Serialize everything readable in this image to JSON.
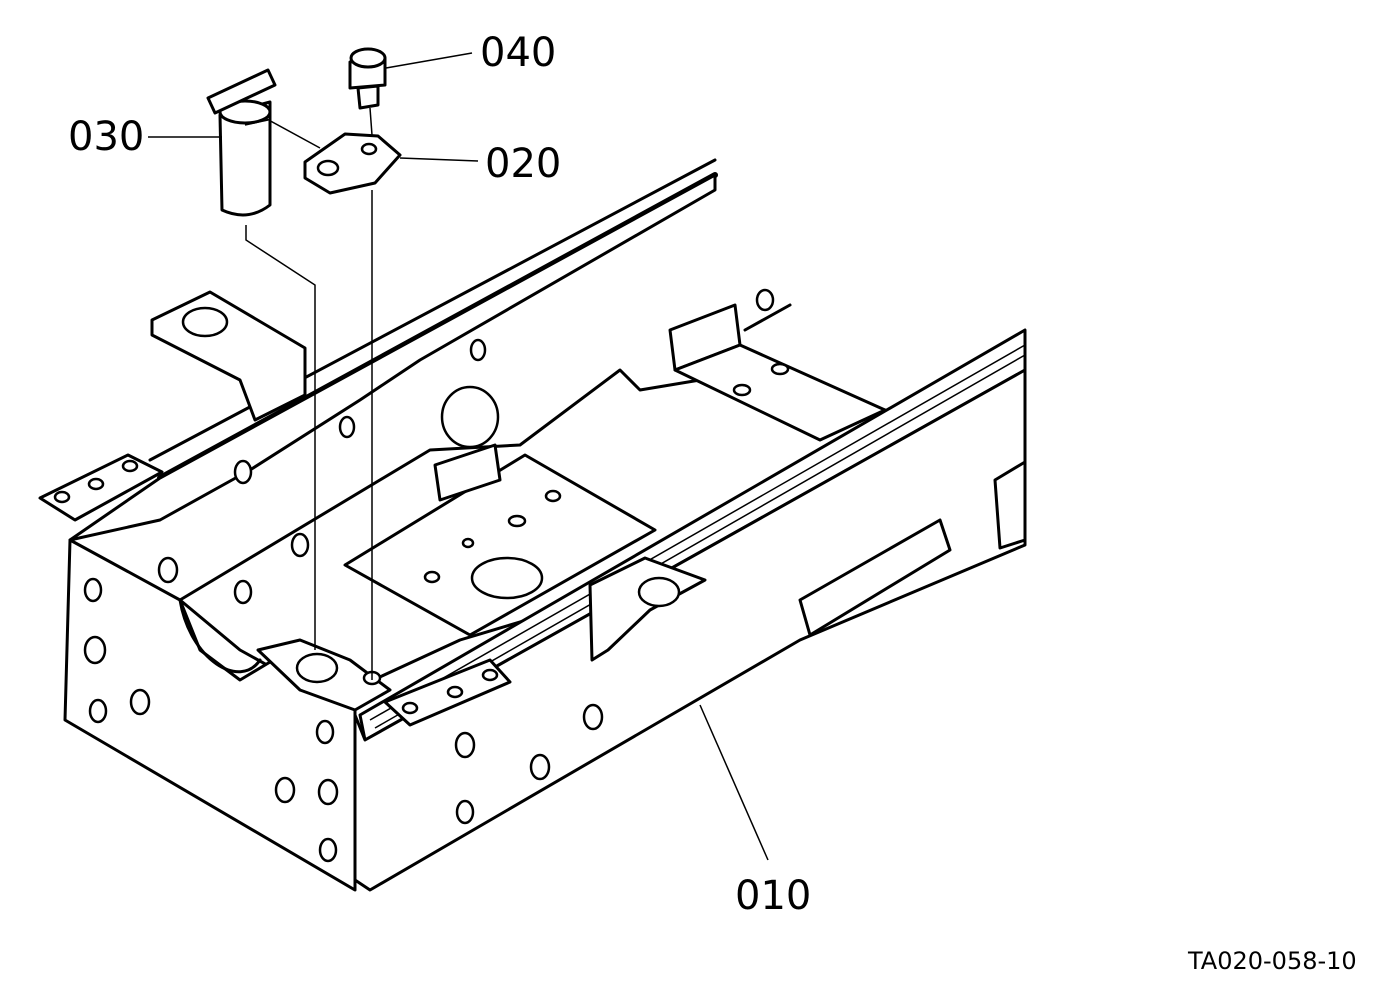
{
  "labels": {
    "p010": "010",
    "p020": "020",
    "p030": "030",
    "p040": "040"
  },
  "reference_code": "TA020-058-10"
}
